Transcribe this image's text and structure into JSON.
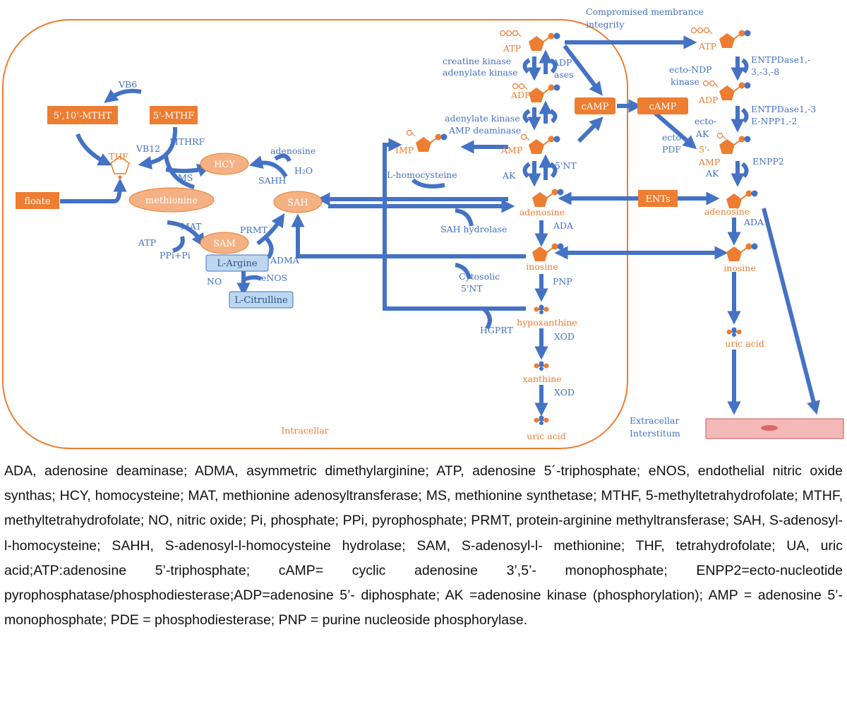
{
  "diagram": {
    "regions": {
      "intracellular": "Intracellar",
      "extracellular": "Extracellar Interstitum",
      "membrane_note": "Compromised membrance integrity"
    },
    "boxes": {
      "mtht": "5',10'-MTHT",
      "mthf": "5'-MTHF",
      "floate": "floate",
      "camp_in": "cAMP",
      "camp_out": "cAMP",
      "ents": "ENTs",
      "l_argine": "L-Argine",
      "l_citrulline": "L-Citrulline"
    },
    "ellipses": {
      "hcy": "HCY",
      "methionine": "methionine",
      "sah": "SAH",
      "sam": "SAM"
    },
    "compounds": {
      "thf": "THF",
      "atp_in": "ATP",
      "adp_in": "ADP",
      "amp_in": "AMP",
      "imp": "IMP",
      "adenosine_in": "adenosine",
      "inosine_in": "inosine",
      "hypoxanthine": "hypoxanthine",
      "xanthine": "xanthine",
      "uric_acid_in": "uric acid",
      "atp_out": "ATP",
      "adp_out": "ADP",
      "amp_out_1": "5'-",
      "amp_out_2": "AMP",
      "adenosine_out": "adenosine",
      "inosine_out": "inosine",
      "uric_acid_out": "uric acid"
    },
    "enzymes": {
      "vb6": "VB6",
      "vb12": "VB12",
      "mthrf": "MTHRF",
      "ms": "MS",
      "adenosine_label": "adenosine",
      "h2o": "H₂O",
      "sahh": "SAHH",
      "mat": "MAT",
      "atp": "ATP",
      "ppi_pi": "PPi+Pi",
      "prmt": "PRMT",
      "adma": "ADMA",
      "no": "NO",
      "enos": "eNOS",
      "creatine_kinase": "creatine kinase",
      "adenylate_kinase_1": "adenylate kinase",
      "adp_ases_1": "ADP",
      "adp_ases_2": "ases",
      "adenylate_kinase_2": "adenylate kinase",
      "amp_deaminase": "AMP deaminase",
      "five_nt": "5'NT",
      "ak": "AK",
      "l_homocysteine": "L-homocysteine",
      "sah_hydrolase": "SAH hydrolase",
      "ada_in": "ADA",
      "cytosolic_1": "Cytosolic",
      "cytosolic_2": "5'NT",
      "pnp": "PNP",
      "hgprt": "HGPRT",
      "xod_1": "XOD",
      "xod_2": "XOD",
      "entpdase_1a": "ENTPDase1,-",
      "entpdase_1b": "3,-3,-8",
      "ecto_ndp_1": "ecto-NDP",
      "ecto_ndp_2": "kinase",
      "entpdase_2a": "ENTPDase1,-3",
      "entpdase_2b": "E-NPP1,-2",
      "ecto_ak_1": "ecto-",
      "ecto_ak_2": "AK",
      "ecto_pdf_1": "ecto-",
      "ecto_pdf_2": "PDF",
      "enpp2": "ENPP2",
      "ak_out": "AK",
      "ada_out": "ADA"
    }
  },
  "legend": {
    "text": "ADA, adenosine deaminase; ADMA, asymmetric dimethylarginine; ATP, adenosine 5´-triphosphate; eNOS, endothelial nitric oxide synthas; HCY, homocysteine; MAT, methionine adenosyltransferase; MS, methionine synthetase; MTHF, 5-methyltetrahydrofolate; MTHF, methyltetrahydrofolate; NO, nitric oxide; Pi, phosphate; PPi, pyrophosphate; PRMT, protein-arginine methyltransferase; SAH, S-adenosyl-l-homocysteine; SAHH, S-adenosyl-l-homocysteine hydrolase; SAM, S-adenosyl-l- methionine; THF, tetrahydrofolate; UA, uric acid;ATP:adenosine 5’-triphosphate; cAMP= cyclic adenosine 3’,5’- monophosphate; ENPP2=ecto-nucleotide pyrophosphatase/phosphodiesterase;ADP=adenosine 5’- diphosphate; AK =adenosine kinase (phosphorylation); AMP = adenosine 5’-monophosphate; PDE = phosphodiesterase; PNP = purine nucleoside phosphorylase."
  },
  "colors": {
    "orange": "#ed7d31",
    "blue": "#4472c4",
    "light_orange": "#f4b183",
    "light_blue": "#bdd7ee",
    "membrane_red": "#f4b8b8"
  }
}
